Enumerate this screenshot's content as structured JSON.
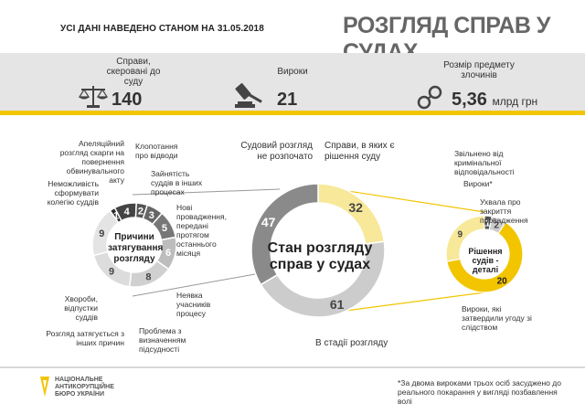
{
  "header": {
    "note": "УСІ ДАНІ НАВЕДЕНО СТАНОМ НА 31.05.2018",
    "title": "РОЗГЛЯД СПРАВ У СУДАХ"
  },
  "stats": [
    {
      "label": "Справи, скеровані до суду",
      "value": "140",
      "unit": "",
      "icon": "scales-icon"
    },
    {
      "label": "Вироки",
      "value": "21",
      "unit": "",
      "icon": "gavel-icon"
    },
    {
      "label": "Розмір предмету злочинів",
      "value": "5,36",
      "unit": "млрд грн",
      "icon": "handcuffs-icon"
    }
  ],
  "colors": {
    "accent": "#f2c500",
    "dark": "#333333",
    "mid": "#777777",
    "light": "#cccccc",
    "pale": "#f7e89a"
  },
  "chart_data": [
    {
      "type": "pie",
      "title": "Причини затягування розгляду",
      "slices": [
        {
          "label": "Апеляційний розгляд скарги на повернення обвинувального акту",
          "value": 1
        },
        {
          "label": "Клопотання про відводи",
          "value": 4
        },
        {
          "label": "Зайнятість суддів в інших процесах",
          "value": 2
        },
        {
          "label": "Неможливість сформувати колегію суддів",
          "value": 3
        },
        {
          "label": "Нові провадження, передані протягом останнього місяця",
          "value": 5
        },
        {
          "label": "Неявка учасників процесу",
          "value": 6
        },
        {
          "label": "Проблема з визначенням підсудності",
          "value": 8
        },
        {
          "label": "Хвороби, відпустки суддів",
          "value": 9
        },
        {
          "label": "Розгляд затягується з інших причин",
          "value": 9
        }
      ]
    },
    {
      "type": "pie",
      "title": "Стан розгляду справ у судах",
      "slices": [
        {
          "label": "Справи, в яких є рішення суду",
          "value": 32
        },
        {
          "label": "В стадії розгляду",
          "value": 61
        },
        {
          "label": "Судовий розгляд не розпочато",
          "value": 47
        }
      ]
    },
    {
      "type": "pie",
      "title": "Рішення судів - деталі",
      "slices": [
        {
          "label": "Звільнено від кримінальної відповідальності",
          "value": 1
        },
        {
          "label": "Ухвала про закриття провадження",
          "value": 2
        },
        {
          "label": "Вироки, які затвердили угоду зі слідством",
          "value": 20
        },
        {
          "label": "Вироки*",
          "value": 9
        }
      ]
    }
  ],
  "footer": {
    "logo_lines": [
      "НАЦІОНАЛЬНЕ",
      "АНТИКОРУПЦІЙНЕ",
      "БЮРО УКРАЇНИ"
    ],
    "footnote": "*За двома вироками трьох осіб засуджено до реального покарання у вигляді позбавлення волі"
  }
}
